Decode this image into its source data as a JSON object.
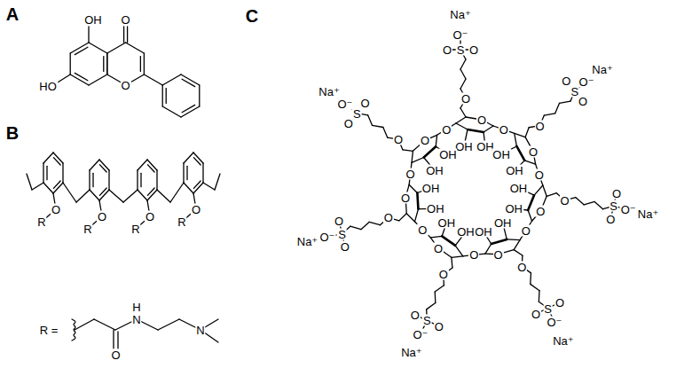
{
  "diagram": {
    "labels": [
      "A",
      "OH",
      "O",
      "HO",
      "O",
      "B",
      "R",
      "O",
      "R",
      "O",
      "R",
      "O",
      "R",
      "O",
      "R =",
      "O",
      "H",
      "N",
      "N",
      "C",
      "O",
      "OH",
      "OH",
      "O",
      "O",
      "S",
      "O",
      "O",
      "O⁻",
      "Na⁺",
      "O",
      "OH",
      "OH",
      "O",
      "O",
      "S",
      "O",
      "O",
      "O⁻",
      "Na⁺",
      "O",
      "OH",
      "OH",
      "O",
      "O",
      "S",
      "O",
      "O",
      "O⁻",
      "Na⁺",
      "O",
      "OH",
      "OH",
      "O",
      "O",
      "S",
      "O",
      "O",
      "O⁻",
      "Na⁺",
      "O",
      "OH",
      "OH",
      "O",
      "O",
      "S",
      "O",
      "O",
      "O⁻",
      "Na⁺",
      "O",
      "OH",
      "OH",
      "O",
      "O",
      "S",
      "O",
      "O",
      "O⁻",
      "Na⁺",
      "O",
      "OH",
      "OH",
      "O",
      "O",
      "S",
      "O",
      "O",
      "O⁻",
      "Na⁺"
    ]
  }
}
